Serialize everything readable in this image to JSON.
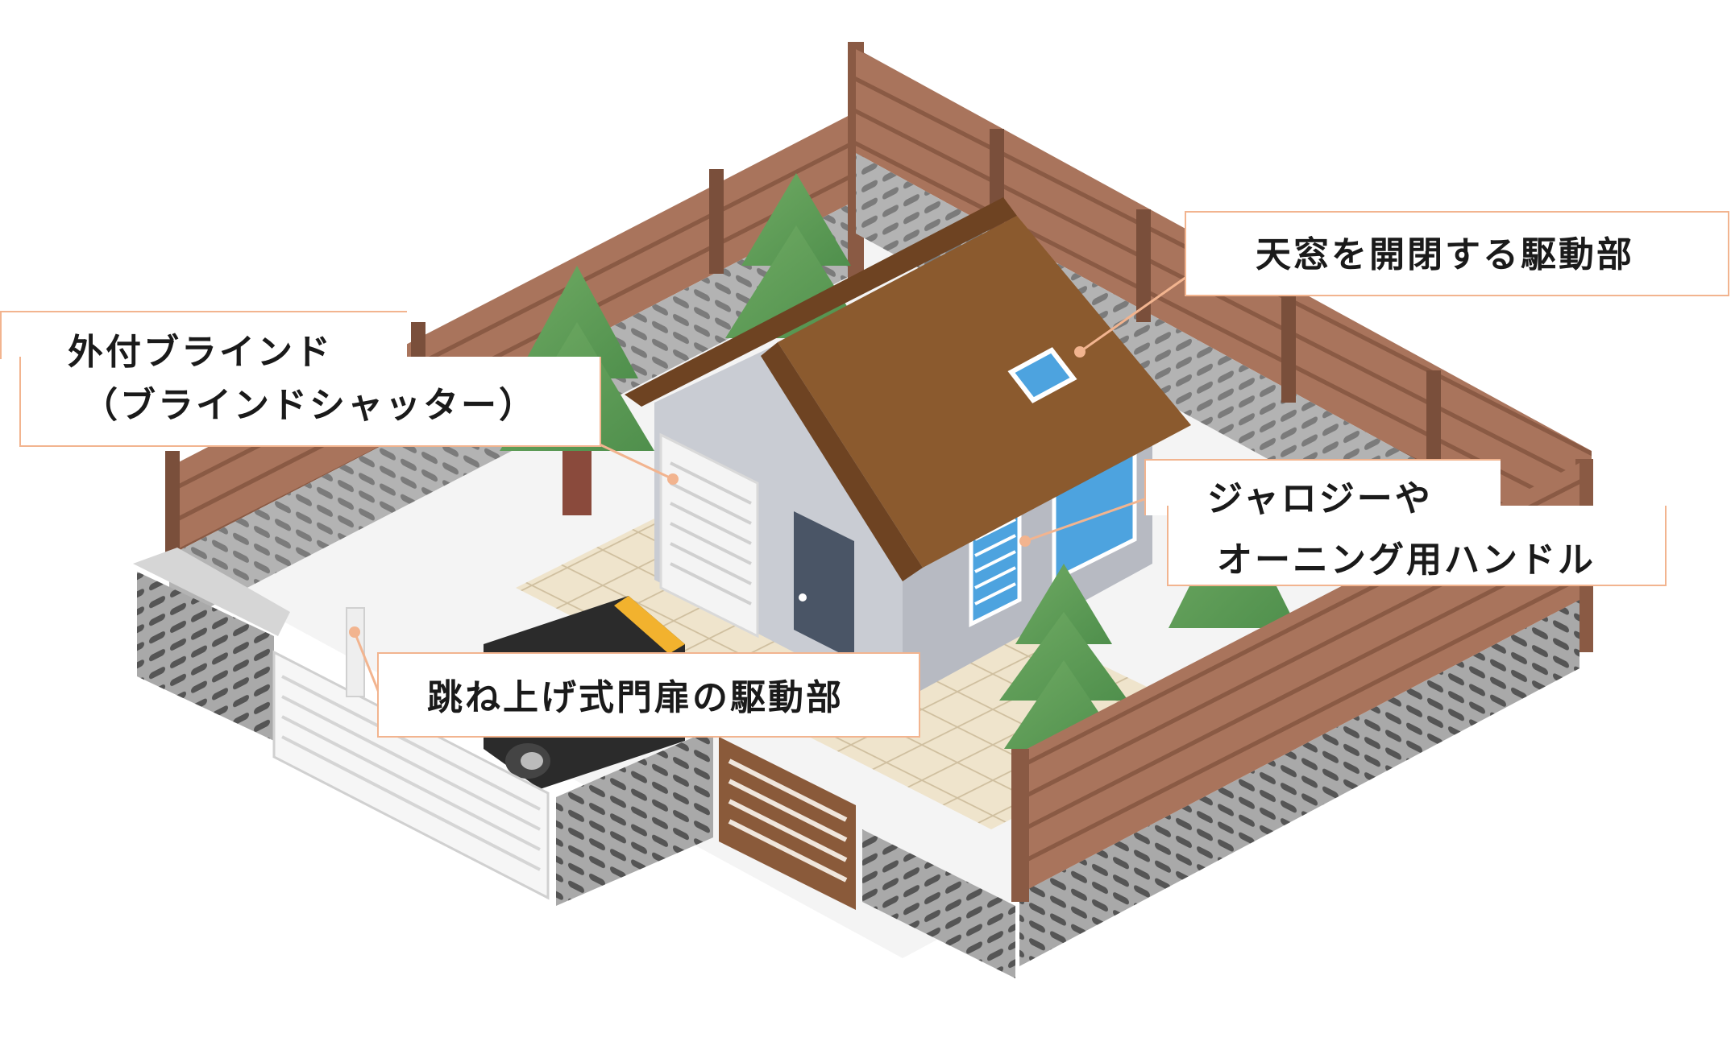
{
  "callouts": {
    "skylight": "天窓を開閉する駆動部",
    "blind_line1": "外付ブラインド",
    "blind_line2": "（ブラインドシャッター）",
    "jalousie_line1": "ジャロジーや",
    "jalousie_line2": "オーニング用ハンドル",
    "gate": "跳ね上げ式門扉の駆動部"
  },
  "colors": {
    "accent": "#f2b48f",
    "roof": "#8b5a2e",
    "wood_fence": "#a9745c",
    "block_wall": "#9a9a9a",
    "house_wall": "#c9ccd3",
    "tree": "#5e9a58",
    "paving": "#e8dcc2",
    "window": "#4da3df"
  },
  "icons": [
    "car",
    "tree",
    "house",
    "gate",
    "fence"
  ]
}
